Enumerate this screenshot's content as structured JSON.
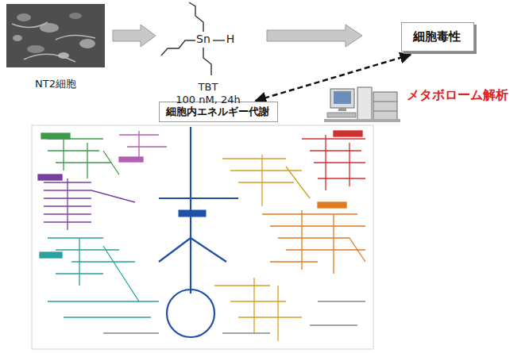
{
  "diagram": {
    "nodes": [
      {
        "text": [
          "細胞毒性"
        ]
      },
      {
        "text": [
          "細胞内エネルギー代謝"
        ]
      }
    ],
    "edges": [
      {
        "from": 1,
        "to": 0,
        "arrow": "both"
      }
    ],
    "labels": [
      "NT2細胞",
      "Sn",
      "H",
      "TBT",
      "100 nM, 24h",
      "メタボローム解析"
    ]
  }
}
